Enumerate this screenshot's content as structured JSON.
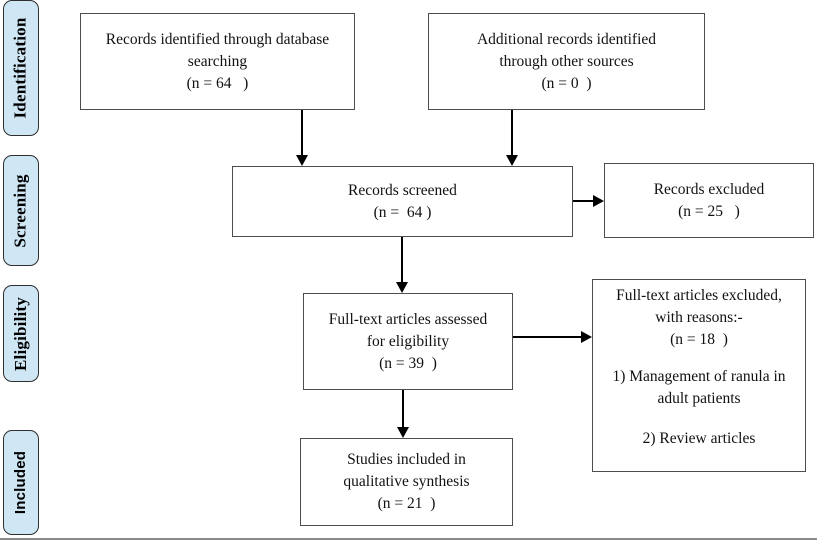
{
  "sidebar": {
    "phases": [
      {
        "label": "Identification"
      },
      {
        "label": "Screening"
      },
      {
        "label": "Eligibility"
      },
      {
        "label": "Included"
      }
    ]
  },
  "boxes": {
    "records_identified": {
      "lines": [
        "Records identified through database",
        "searching",
        "(n = 64   )"
      ]
    },
    "additional_records": {
      "lines": [
        "Additional records identified",
        "through other sources",
        "(n = 0  )"
      ]
    },
    "records_screened": {
      "lines": [
        "Records screened",
        "(n =  64 )"
      ]
    },
    "records_excluded": {
      "lines": [
        "Records excluded",
        "(n = 25   )"
      ]
    },
    "fulltext_assessed": {
      "lines": [
        "Full-text articles assessed",
        "for eligibility",
        "(n = 39  )"
      ]
    },
    "fulltext_excluded": {
      "lines": [
        "Full-text articles excluded,",
        "with reasons:-",
        "(n = 18  )",
        "1) Management of ranula in",
        "adult patients",
        "2) Review articles"
      ]
    },
    "studies_included": {
      "lines": [
        "Studies included in",
        "qualitative synthesis",
        "(n = 21  )"
      ]
    }
  },
  "colors": {
    "phase_fill": "#cfe6f5",
    "phase_border": "#2f2f2f",
    "box_border": "#4d4d4d",
    "arrow": "#000000",
    "text": "#111111"
  }
}
